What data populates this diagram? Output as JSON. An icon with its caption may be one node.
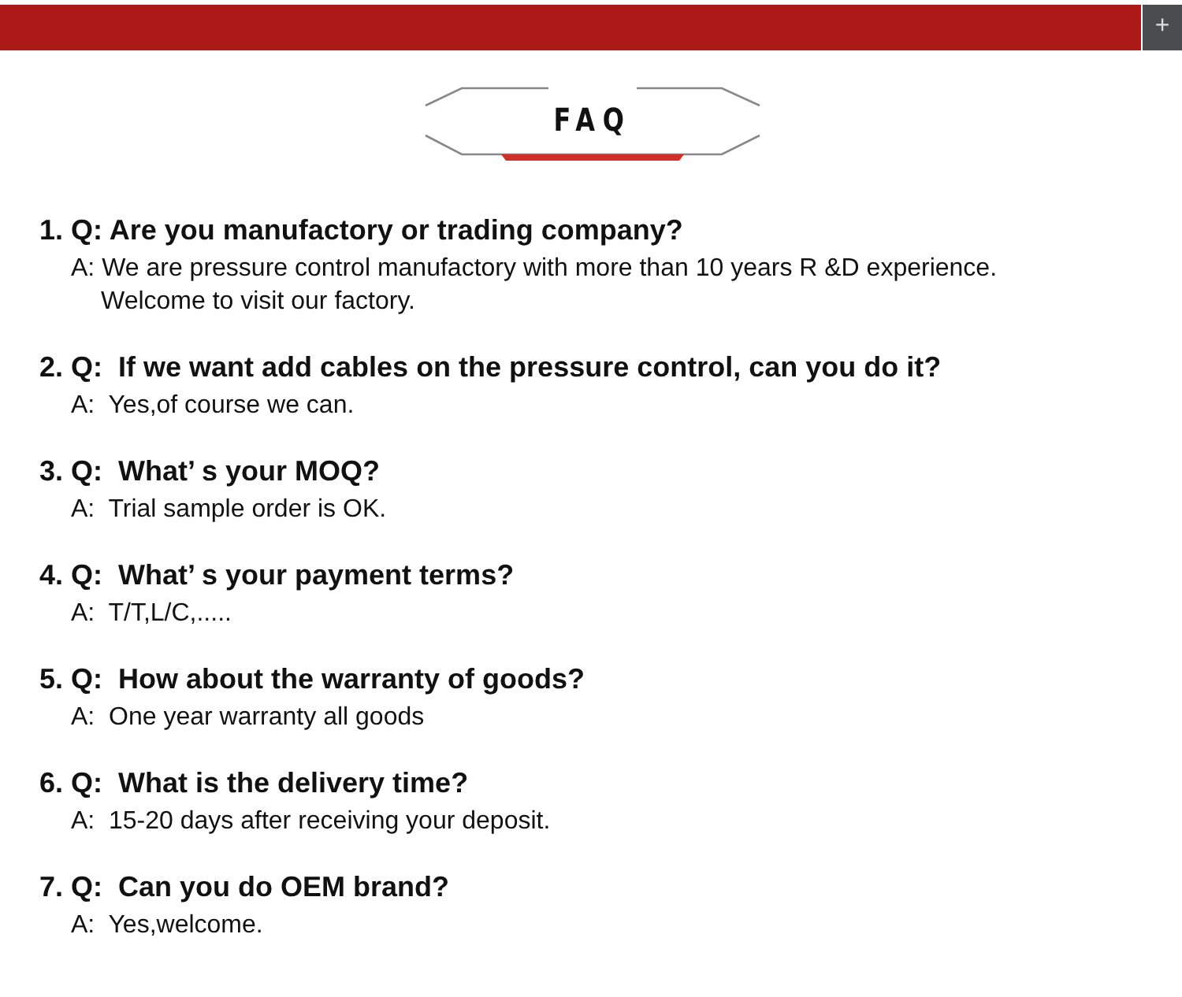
{
  "diagram": {
    "title": "FAQ",
    "labels": [
      "+",
      "1. Q: Are you manufactory or trading company?",
      "A: We are pressure control manufactory with more than 10 years R &D experience. Welcome to visit our factory.",
      "2. Q:  If we want add cables on the pressure control, can you do it?",
      "A:  Yes,of course we can.",
      "3. Q:  What’ s your MOQ?",
      "A:  Trial sample order is OK.",
      "4. Q:  What’ s your payment terms?",
      "A:  T/T,L/C,.....",
      "5. Q:  How about the warranty of goods?",
      "A:  One year warranty all goods",
      "6. Q:  What is the delivery time?",
      "A:  15-20 days after receiving your deposit.",
      "7. Q:  Can you do OEM brand?",
      "A:  Yes,welcome."
    ]
  }
}
